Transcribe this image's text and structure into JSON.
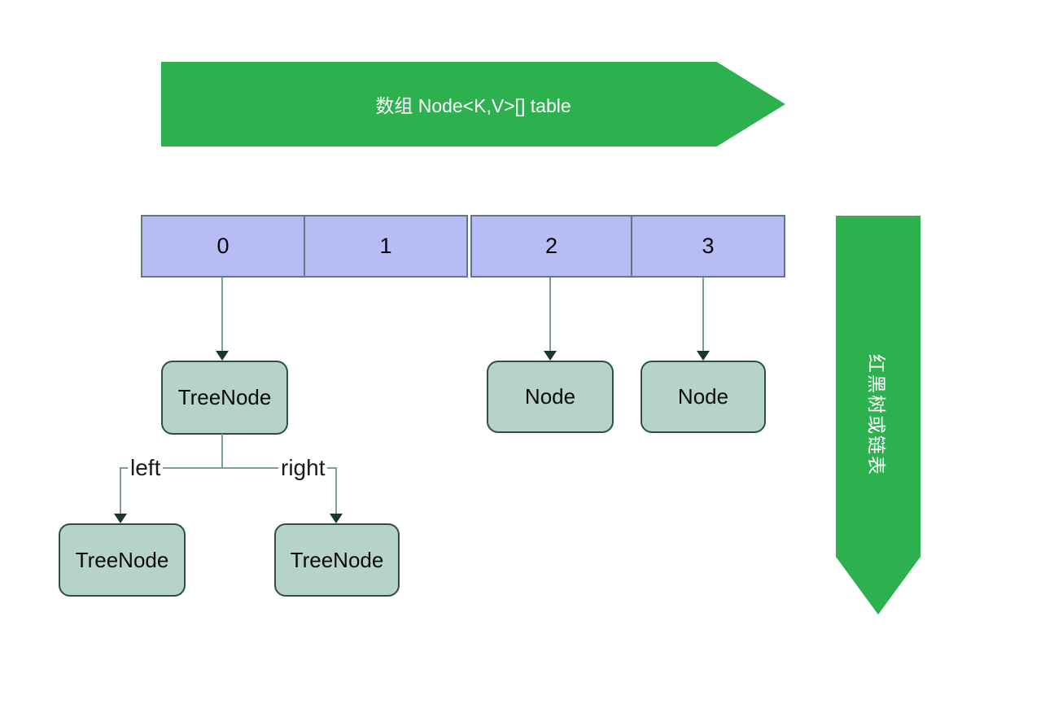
{
  "banners": {
    "top": {
      "label": "数组 Node<K,V>[] table"
    },
    "right": {
      "label": "红黑树或链表"
    }
  },
  "array": {
    "cells": [
      "0",
      "1",
      "2",
      "3"
    ]
  },
  "tree": {
    "root": {
      "label": "TreeNode"
    },
    "left_child": {
      "label": "TreeNode"
    },
    "right_child": {
      "label": "TreeNode"
    },
    "left_edge_label": "left",
    "right_edge_label": "right"
  },
  "buckets": {
    "node2": {
      "label": "Node"
    },
    "node3": {
      "label": "Node"
    }
  },
  "colors": {
    "banner_green": "#2db14f",
    "array_fill": "#b7bcf4",
    "array_border": "#64797b",
    "node_fill": "#b5d4c7",
    "node_border": "#2e4e46",
    "line": "#7f9c95",
    "arrowhead": "#16382e"
  }
}
